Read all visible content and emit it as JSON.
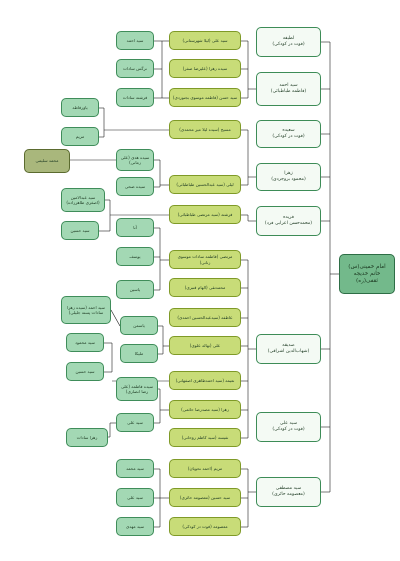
{
  "root": "امام خمینی(س)\nخانم خدیجه ثقفی(ره)",
  "children": [
    "لطیفه\n(فوت در کودکی)",
    "سید احمد\n(فاطمه طباطبائی)",
    "سعیده\n(فوت در کودکی)",
    "زهرا\n(محمود بروجردی)",
    "فریده\n(محمدحسن اعرابی فرد)",
    "صدیقه\n(شهاب‌الدین اشراقی)",
    "سید علی\n(فوت در کودکی)",
    "سید مصطفی\n(معصومه حائری)"
  ],
  "grandchildren": [
    "سید علی (لیلا شهرستانی)",
    "سیده زهرا (علیرضا صفر)",
    "سید حسن (فاطمه موسوی بجنوردی)",
    "مسیح (سیده لیلا میر محمدی)",
    "لیلی (سید عبدالحسین طباطبائی)",
    "فرشته (سید مرتضی طباطبائی)",
    "مرتضی (فاطمه سادات موسوی زنانی)",
    "محمدتقی (الهام قنبری)",
    "عاطفه (سیدعبدالحسین احمدی)",
    "علی (نهاله علوی)",
    "نعیمه (سید احمدطاهری اصفهانی)",
    "زهرا (سید مصدرضا حائمی)",
    "نفیسه (سید کاظم روحانی)",
    "مریم (احمد نحویان)",
    "سید حسین (معصومه حائری)",
    "معصومه (فوت در کودکی)"
  ],
  "great_grandchildren": [
    "سید احمد",
    "نرگس سادات",
    "فرشته سادات",
    "مریم",
    "سیده هدی (علی زمانی)",
    "سیده ضحی",
    "سید عبدالامین (اصغری طاهرزاده)",
    "سید حسین",
    "آنا",
    "یوسف",
    "یاسین",
    "یاسمن",
    "ملیکا",
    "سید احمد (سیده زهرا سادات پسته جلیلی)",
    "سید محمود",
    "سید حسین",
    "سیده فاطمه (علی رضا انصاری)",
    "سید علی",
    "سید محمد",
    "سید علی",
    "سید مهدی"
  ],
  "deeper_descendants": [
    "یاورفاطه",
    "محمد سلیمی",
    "زهرا سادات"
  ]
}
